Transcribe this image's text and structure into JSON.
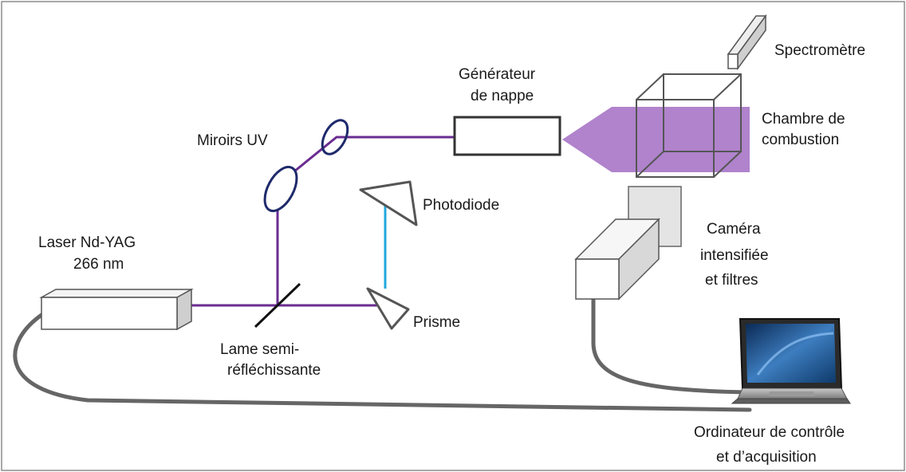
{
  "labels": {
    "laser_line1": "Laser Nd-YAG",
    "laser_line2": "266 nm",
    "mirrors": "Miroirs UV",
    "generator_line1": "Générateur",
    "generator_line2": "de nappe",
    "spectrometer": "Spectromètre",
    "chamber_line1": "Chambre de",
    "chamber_line2": "combustion",
    "photodiode": "Photodiode",
    "prism": "Prisme",
    "beamsplitter_line1": "Lame semi-",
    "beamsplitter_line2": "réfléchissante",
    "camera_line1": "Caméra",
    "camera_line2": "intensifiée",
    "camera_line3": "et filtres",
    "computer_line1": "Ordinateur de contrôle",
    "computer_line2": "et d’acquisition"
  },
  "colors": {
    "uv_beam": "#6a2c91",
    "photodiode_beam": "#22a8dc",
    "laser_sheet": "#a978c8",
    "mirror_stroke": "#1f2a6b",
    "equipment_stroke": "#444444",
    "cable": "#666666"
  }
}
